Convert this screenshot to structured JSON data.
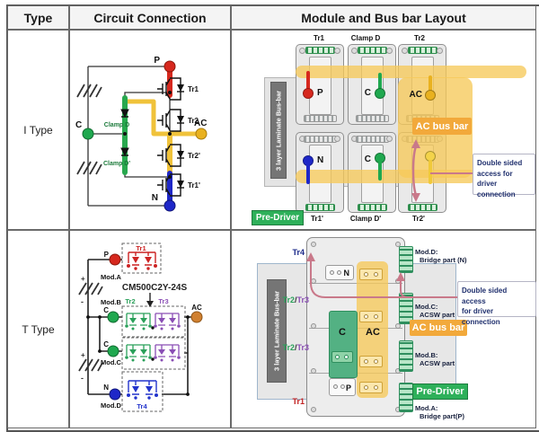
{
  "header": {
    "type": "Type",
    "circuit": "Circuit Connection",
    "layout": "Module and Bus bar Layout"
  },
  "i": {
    "label": "I Type",
    "c": {
      "p": "P",
      "c": "C",
      "ac": "AC",
      "n": "N",
      "tr1": "Tr1",
      "tr2": "Tr2",
      "tr2p": "Tr2'",
      "tr1p": "Tr1'",
      "clampd": "Clamp D",
      "clampdp": "Clamp D'"
    },
    "l": {
      "top": [
        "Tr1",
        "Clamp D",
        "Tr2"
      ],
      "bottom": [
        "Tr1'",
        "Clamp D'",
        "Tr2'"
      ],
      "laminate": "3 layer Laminate Bus-bar",
      "acbar": "AC bus bar",
      "predriver": "Pre-Driver",
      "note": "Double sided access for driver connection",
      "p": "P",
      "c_top": "C",
      "ac": "AC",
      "n": "N",
      "c_bot": "C"
    }
  },
  "t": {
    "label": "T Type",
    "c": {
      "part": "CM500C2Y-24S",
      "tr1": "Tr1",
      "tr2": "Tr2",
      "tr3": "Tr3",
      "tr4": "Tr4",
      "moda": "Mod.A",
      "modb": "Mod.B",
      "modc": "Mod.C",
      "modd": "Mod.D",
      "p": "P",
      "c1": "C",
      "c2": "C",
      "ac": "AC",
      "n": "N",
      "plus": "+",
      "minus": "-"
    },
    "l": {
      "tr4": "Tr4",
      "tr2": "Tr2",
      "slash": "/",
      "tr3": "Tr3",
      "tr1": "Tr1",
      "laminate": "3 layer Laminate Bus-bar",
      "n": "N",
      "c": "C",
      "ac": "AC",
      "p": "P",
      "modd": "Mod.D:",
      "modd_sub": "Bridge part (N)",
      "modc": "Mod.C:",
      "modc_sub": "ACSW part",
      "modb": "Mod.B:",
      "modb_sub": "ACSW part",
      "moda": "Mod.A:",
      "moda_sub": "Bridge part(P)",
      "acbar": "AC bus bar",
      "predriver": "Pre-Driver",
      "note1": "Double sided access",
      "note2": "for driver",
      "note3": "connection"
    }
  },
  "colors": {
    "p_red": "#d6281e",
    "c_green": "#1fa84f",
    "ac_yellow": "#e9b11f",
    "ac_node_orange": "#d08030",
    "n_blue": "#1e27c8",
    "busbar_yellow": "#f6c95e",
    "ac_badge_orange": "#f2a93b",
    "predriver_green": "#2eb05a",
    "clamp_green": "#28a84e",
    "note_navy": "#20306e",
    "arrow_pink": "#c9798a",
    "laminate_gray": "#757575"
  }
}
